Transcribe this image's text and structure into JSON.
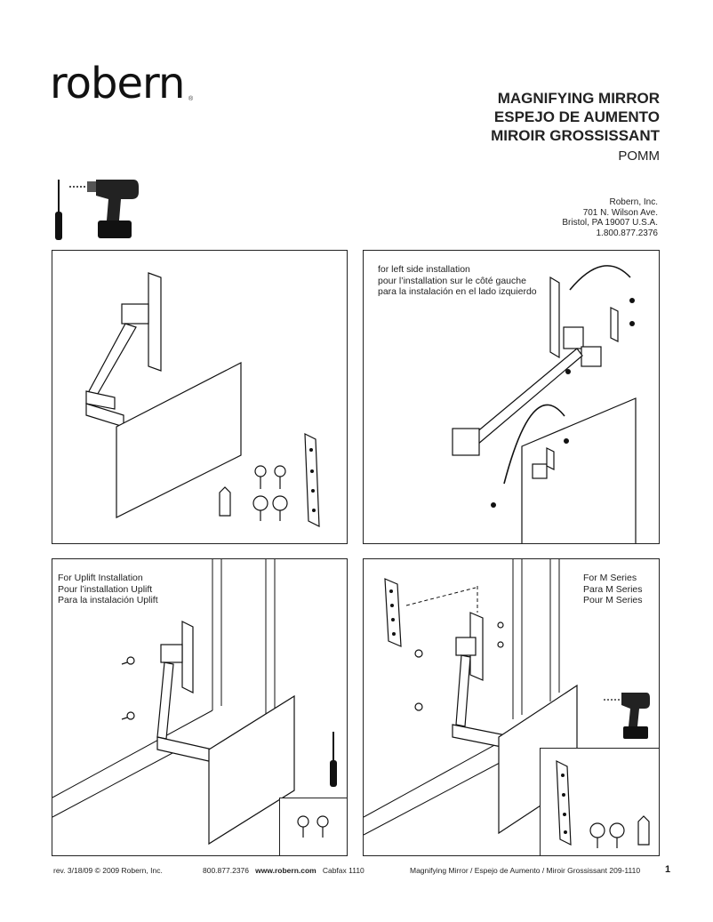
{
  "brand": {
    "name": "robern",
    "reg_mark": "®"
  },
  "titles": {
    "line1": "MAGNIFYING MIRROR",
    "line2": "ESPEJO DE AUMENTO",
    "line3": "MIROIR GROSSISSANT",
    "model": "POMM"
  },
  "address": {
    "company": "Robern, Inc.",
    "street": "701 N. Wilson Ave.",
    "city": "Bristol, PA  19007  U.S.A.",
    "phone": "1.800.877.2376"
  },
  "panels": {
    "left_side": {
      "line1": "for left side installation",
      "line2": "pour l’installation sur le côté gauche",
      "line3": "para la instalación en el lado izquierdo"
    },
    "uplift": {
      "line1": "For Uplift Installation",
      "line2": "Pour l’installation Uplift",
      "line3": "Para la instalación Uplift"
    },
    "m_series": {
      "line1": "For M Series",
      "line2": "Para M Series",
      "line3": "Pour M Series"
    }
  },
  "icons": [
    "screwdriver-icon",
    "drill-icon",
    "screw-icon",
    "anchor-icon",
    "mounting-plate-icon"
  ],
  "footer": {
    "rev": "rev. 3/18/09  © 2009 Robern, Inc.",
    "phone": "800.877.2376",
    "web": "www.robern.com",
    "cabfax": "Cabfax 1110",
    "doc": "Magnifying Mirror / Espejo de Aumento / Miroir Grossissant  209-1110",
    "page": "1"
  }
}
